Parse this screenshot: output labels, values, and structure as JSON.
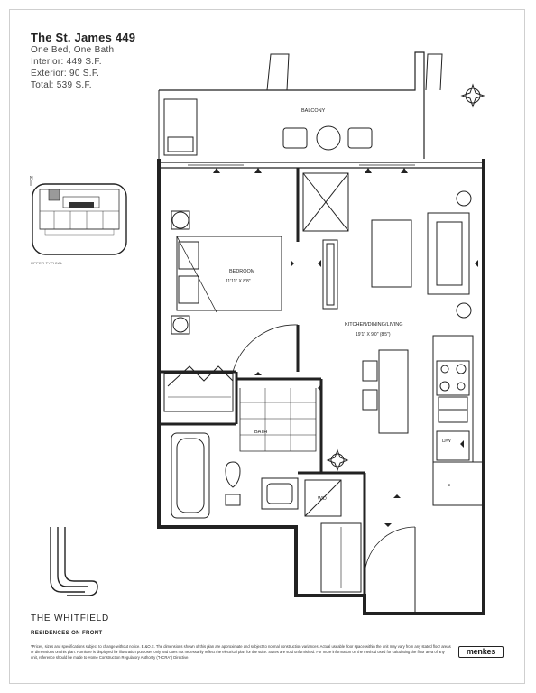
{
  "unit": {
    "title": "The St. James 449",
    "type": "One Bed, One Bath",
    "interior": "Interior: 449 S.F.",
    "exterior": "Exterior: 90 S.F.",
    "total": "Total: 539 S.F."
  },
  "keyplan": {
    "label": "UPPER TYPICAL",
    "north": "N",
    "highlight_color": "#9a9a9a"
  },
  "rooms": {
    "balcony": "BALCONY",
    "bedroom": "BEDROOM",
    "bedroom_dims": "11'11\" X 8'8\"",
    "living": "KITCHEN/DINING/LIVING",
    "living_dims": "19'1\" X 9'0\" (8'5\")",
    "bath": "BATH",
    "wd": "W/D",
    "dw": "D/W",
    "fridge": "F"
  },
  "brand": {
    "name": "THE WHITFIELD",
    "sub": "RESIDENCES ON FRONT",
    "developer": "menkes"
  },
  "disclaimer": "*Prices, sizes and specifications subject to change without notice. E.&O.E. The dimensions shown of this plan are approximate and subject to normal construction variances. Actual useable floor space within the unit may vary from any stated floor areas or dimensions on this plan. Furniture is displayed for illustration purposes only and does not necessarily reflect the electrical plan for the suite. Suites are sold unfurnished. For more information on the method used for calculating the floor area of any unit, reference should be made to Home Construction Regulatory Authority (\"HCRA\") Directive."
}
